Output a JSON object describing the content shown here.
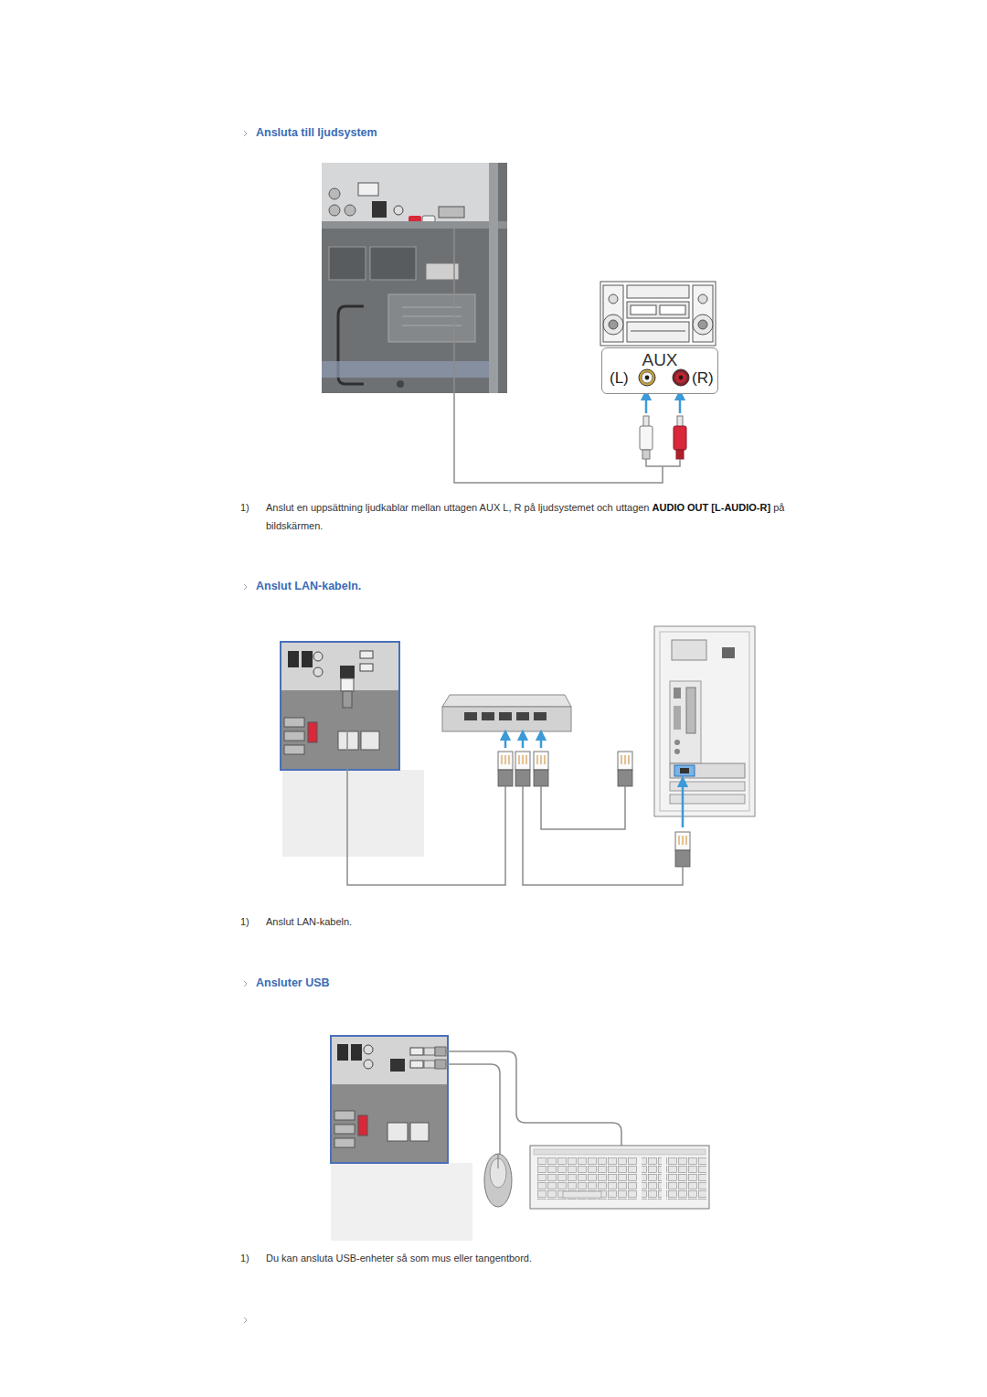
{
  "diagram": {
    "nodes": [
      {
        "text": [
          "AUX",
          "(L)",
          "(R)"
        ]
      }
    ],
    "edges": [],
    "labels": [
      "Ansluta till ljudsystem",
      "1)",
      "Anslut en uppsättning ljudkablar mellan uttagen AUX L, R på ljudsystemet och uttagen",
      "AUDIO OUT [L-AUDIO-R]",
      "på bildskärmen.",
      "Anslut LAN-kabeln.",
      "1)",
      "Anslut LAN-kabeln.",
      "Ansluter USB",
      "1)",
      "Du kan ansluta USB-enheter så som mus eller tangentbord."
    ]
  }
}
